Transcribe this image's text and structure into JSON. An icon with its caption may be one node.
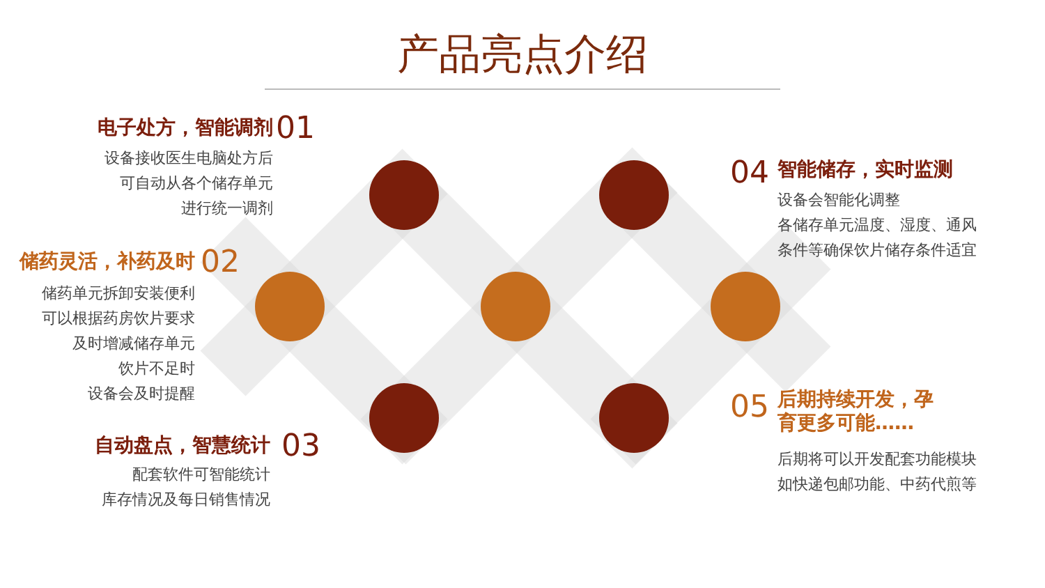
{
  "diagram": {
    "title": "产品亮点介绍",
    "labels": [
      "电子处方，智能调剂",
      "01",
      "设备接收医生电脑处方后",
      "可自动从各个储存单元",
      "进行统一调剂",
      "储药灵活，补药及时",
      "02",
      "储药单元拆卸安装便利",
      "可以根据药房饮片要求",
      "及时增减储存单元",
      "饮片不足时",
      "设备会及时提醒",
      "自动盘点，智慧统计",
      "03",
      "配套软件可智能统计",
      "库存情况及每日销售情况",
      "04",
      "智能储存，实时监测",
      "设备会智能化调整",
      "各储存单元温度、湿度、通风",
      "条件等确保饮片储存条件适宜",
      "05",
      "后期持续开发，孕育更多可能……",
      "后期将可以开发配套功能模块",
      "如快递包邮功能、中药代煎等"
    ]
  }
}
